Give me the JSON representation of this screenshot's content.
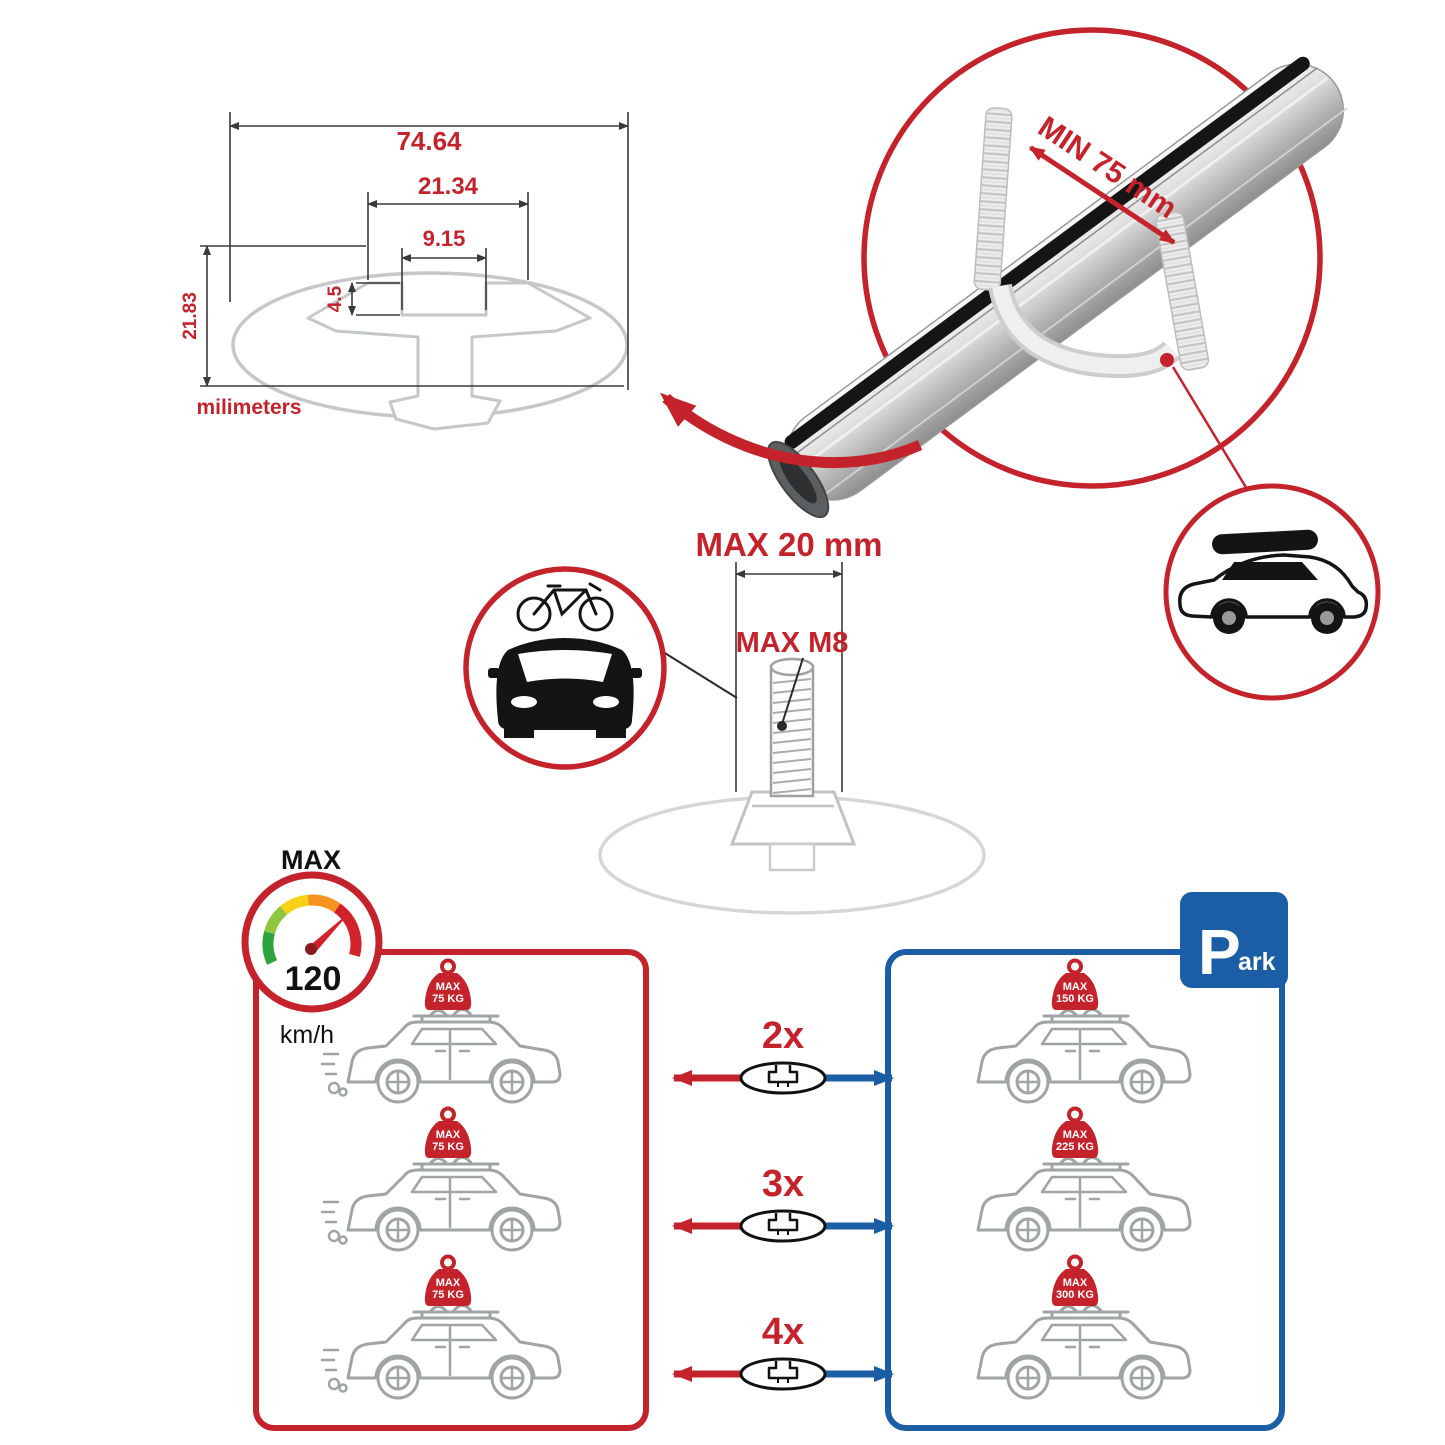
{
  "colors": {
    "red": "#c4232b",
    "blue": "#1b5ea6",
    "gray_line": "#9fa4a7",
    "faint_gray": "#d4d7d9"
  },
  "section_dimensions": {
    "total_width": "74.64",
    "opening_width": "21.34",
    "slot_width": "9.15",
    "slot_depth": "4.5",
    "total_height": "21.83",
    "units": "milimeters"
  },
  "bar_callout": {
    "min_clamp": "MIN 75 mm"
  },
  "bolt_callout": {
    "max_width": "MAX 20 mm",
    "max_thread": "MAX M8"
  },
  "speed_limit": {
    "label": "MAX",
    "value": "120",
    "unit": "km/h"
  },
  "parking_sign": {
    "letter": "P",
    "suffix": "ark"
  },
  "comparison": {
    "rows": [
      {
        "count": "2x",
        "left_badge": {
          "label": "MAX",
          "weight": "75 KG"
        },
        "right_badge": {
          "label": "MAX",
          "weight": "150 KG"
        }
      },
      {
        "count": "3x",
        "left_badge": {
          "label": "MAX",
          "weight": "75 KG"
        },
        "right_badge": {
          "label": "MAX",
          "weight": "225 KG"
        }
      },
      {
        "count": "4x",
        "left_badge": {
          "label": "MAX",
          "weight": "75 KG"
        },
        "right_badge": {
          "label": "MAX",
          "weight": "300 KG"
        }
      }
    ]
  }
}
